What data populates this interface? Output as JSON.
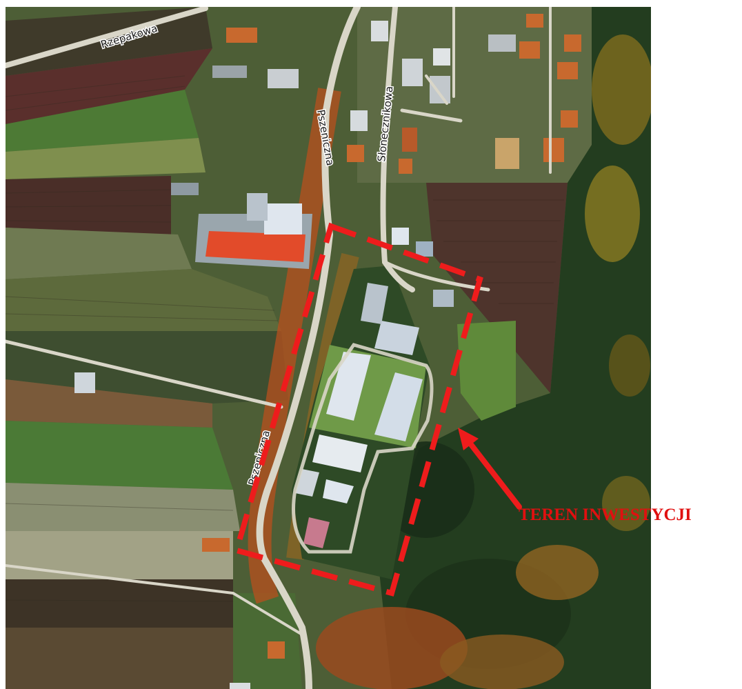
{
  "streets": {
    "rzepakowa": "Rzepakowa",
    "pszeniczna_north": "Pszeniczna",
    "pszeniczna_south": "Pszeniczna",
    "slonecznikowa": "Słonecznikowa"
  },
  "annotation": {
    "label": "TEREN INWESTYCJI",
    "color": "#e01010"
  },
  "colors": {
    "boundary": "#ee1c1c",
    "road": "#d9d6c8",
    "forest": "#233d1f",
    "field_dark": "#4a2e28",
    "field_green": "#5f8a3a",
    "lawn": "#6f9a48",
    "roof_white": "#dfe6ee",
    "roof_red": "#e24b2a",
    "autumn": "#b8501e"
  }
}
